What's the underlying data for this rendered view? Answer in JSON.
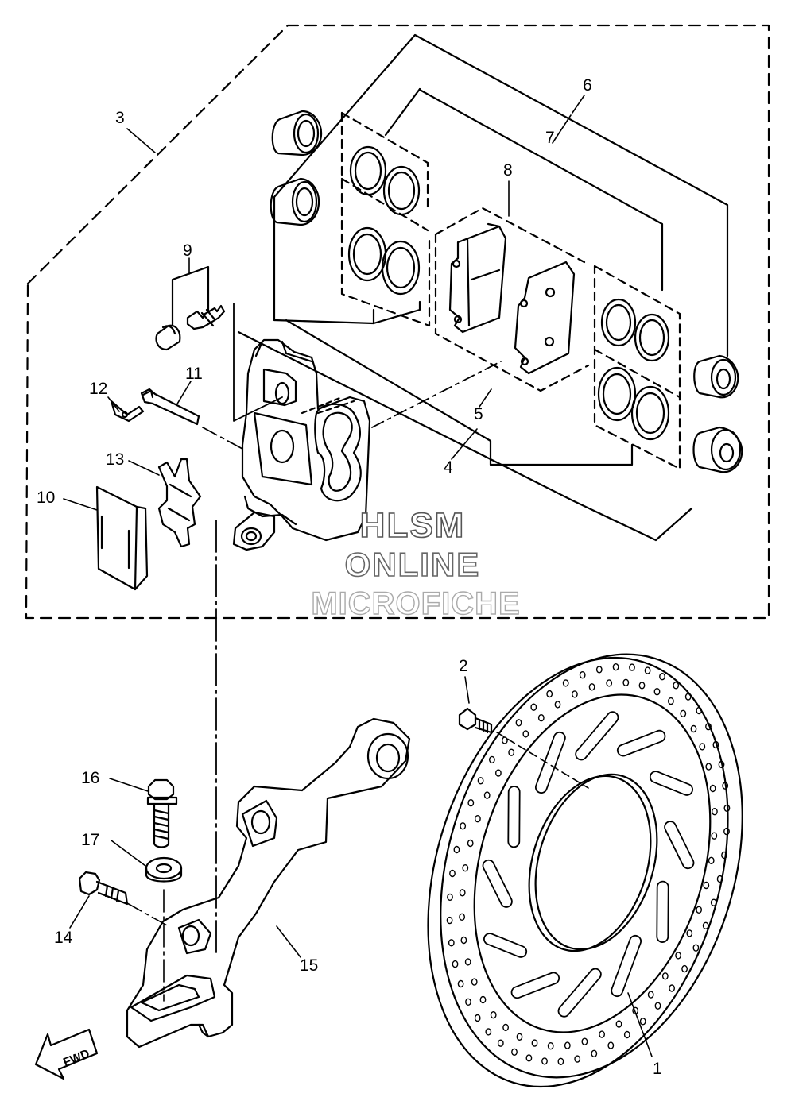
{
  "diagram": {
    "callouts": {
      "p1": "1",
      "p2": "2",
      "p3": "3",
      "p4": "4",
      "p5": "5",
      "p6": "6",
      "p7": "7",
      "p8": "8",
      "p9": "9",
      "p10": "10",
      "p11": "11",
      "p12": "12",
      "p13": "13",
      "p14": "14",
      "p15": "15",
      "p16": "16",
      "p17": "17"
    },
    "fwd_label": "FWD",
    "watermark": {
      "line1": "HLSM",
      "line2": "ONLINE",
      "line3": "MICROFICHE"
    }
  }
}
